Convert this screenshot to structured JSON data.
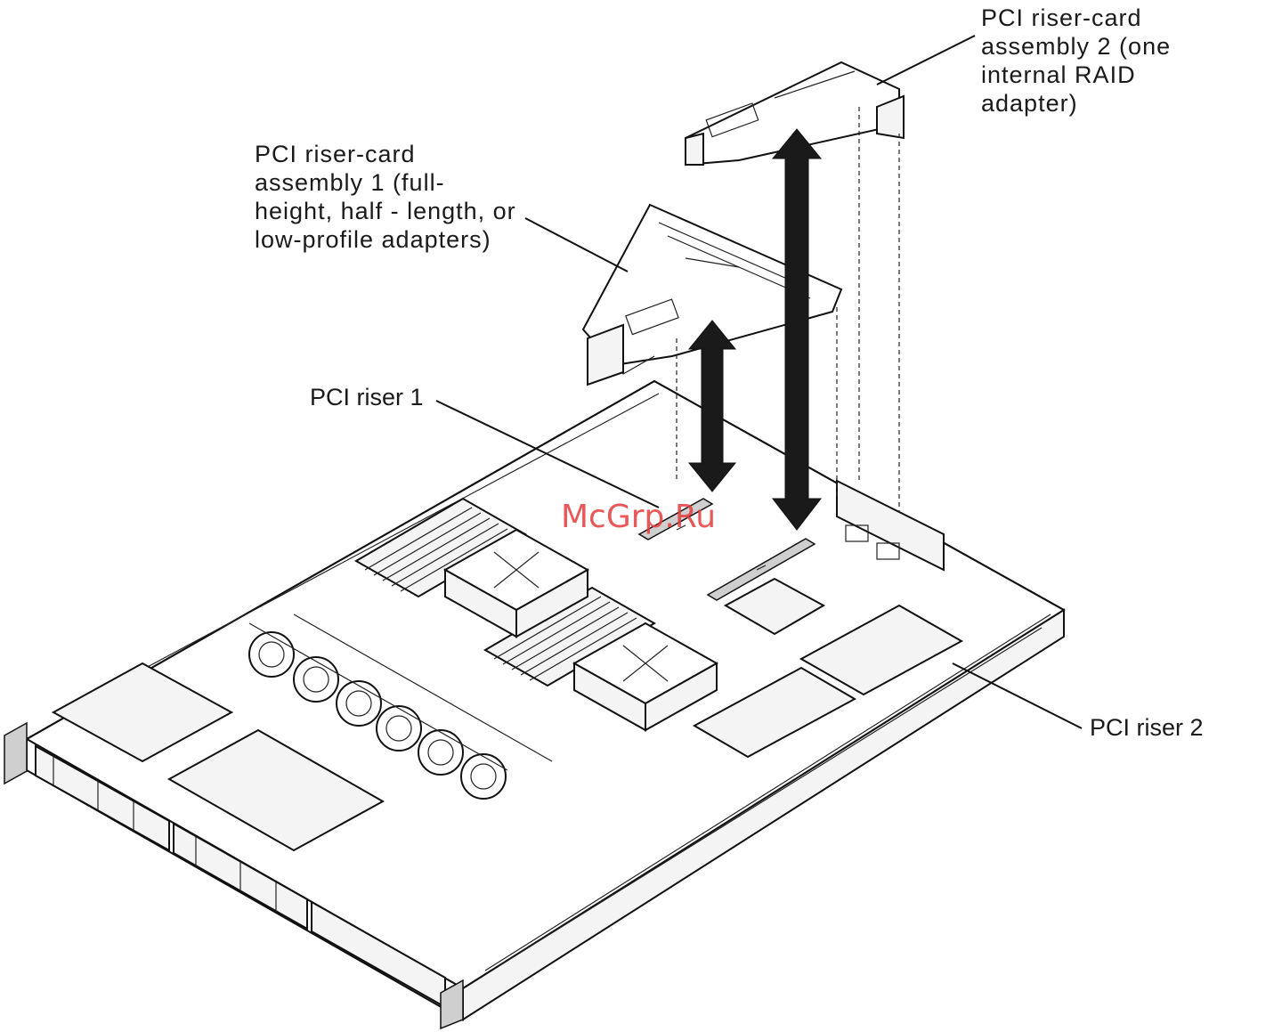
{
  "callouts": {
    "riser_card_2": [
      "PCI  riser-card",
      "assembly  2 (one",
      "internal  RAID",
      "adapter)"
    ],
    "riser_card_1": [
      "PCI  riser-card",
      "assembly  1 (full-",
      "height, half - length, or",
      "low-profile  adapters)"
    ],
    "riser_1": "PCI riser 1",
    "riser_2": "PCI riser 2"
  },
  "watermark": "McGrp.Ru"
}
